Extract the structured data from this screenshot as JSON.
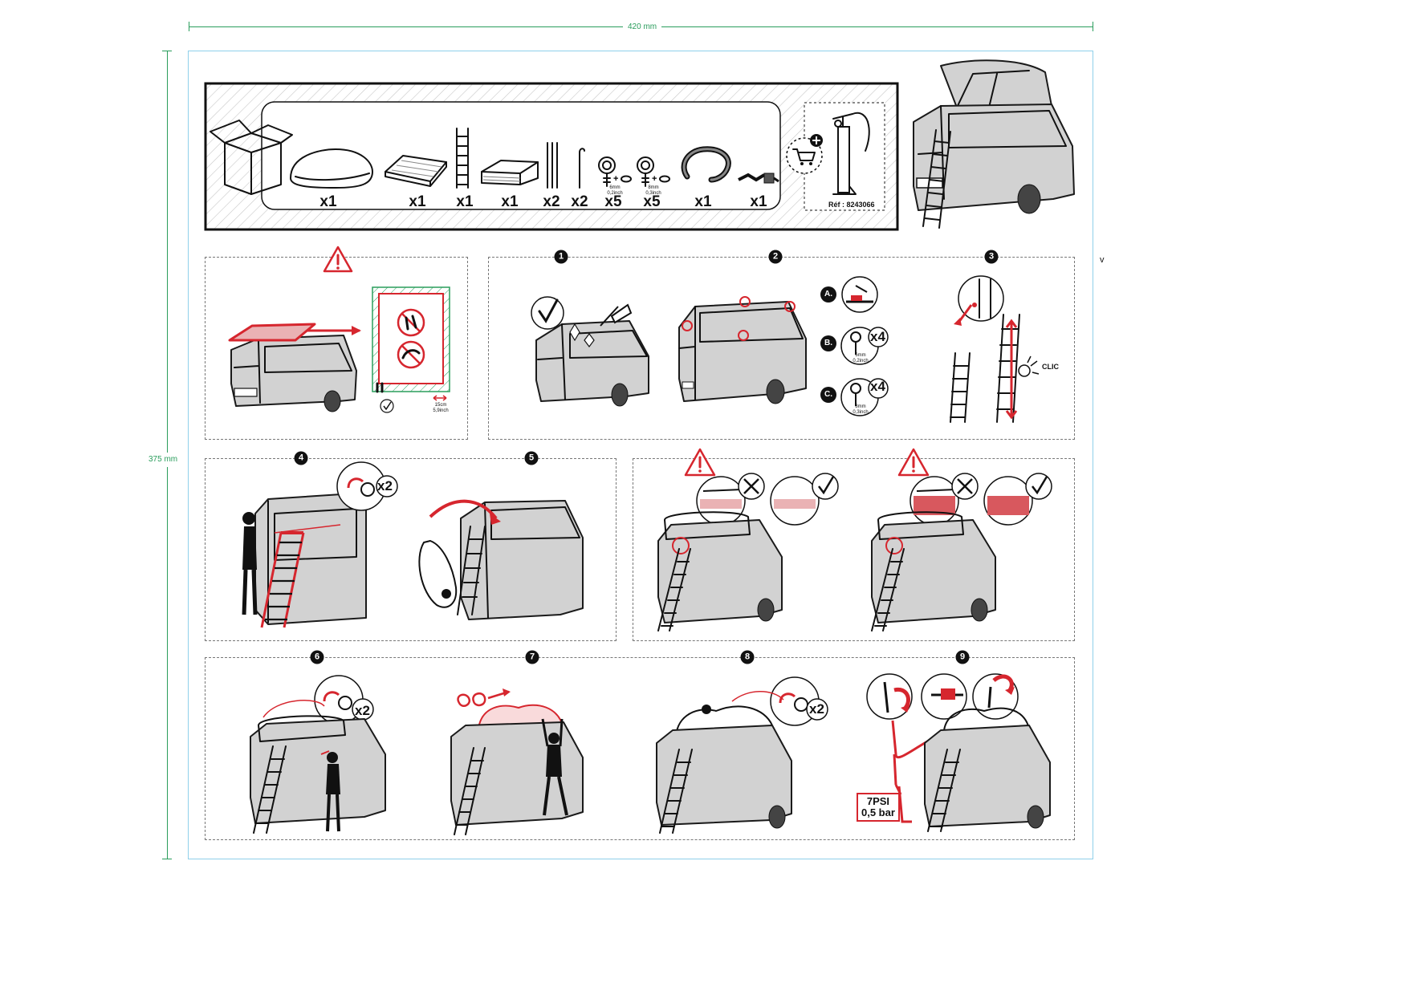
{
  "dimensions": {
    "width_label": "420 mm",
    "height_label": "375 mm",
    "margin_mark": "v"
  },
  "colors": {
    "accent_red": "#d6262e",
    "dimension_green": "#2a9d5c",
    "trim_blue": "#8fd0ea",
    "van_grey": "#d2d2d2"
  },
  "contents": {
    "items": [
      {
        "name": "inflatable-tent",
        "qty": "x1"
      },
      {
        "name": "mattress",
        "qty": "x1"
      },
      {
        "name": "ladder",
        "qty": "x1"
      },
      {
        "name": "tarp",
        "qty": "x1"
      },
      {
        "name": "poles",
        "qty": "x2"
      },
      {
        "name": "pegs",
        "qty": "x2"
      },
      {
        "name": "eye-bolt-6mm",
        "qty": "x5",
        "spec": [
          "6mm",
          "0,2inch"
        ]
      },
      {
        "name": "eye-bolt-8mm",
        "qty": "x5",
        "spec": [
          "8mm",
          "0,3inch"
        ]
      },
      {
        "name": "hose",
        "qty": "x1"
      },
      {
        "name": "straps",
        "qty": "x1"
      }
    ],
    "optional_pump_ref": "Réf : 8243066"
  },
  "clearance": {
    "value": "15cm",
    "value_imperial": "5,9inch"
  },
  "steps": [
    "1",
    "2",
    "3",
    "4",
    "5",
    "6",
    "7",
    "8",
    "9"
  ],
  "step2": {
    "options": [
      {
        "letter": "A."
      },
      {
        "letter": "B.",
        "count": "x4",
        "spec": [
          "6mm",
          "0,2inch"
        ]
      },
      {
        "letter": "C.",
        "count": "x4",
        "spec": [
          "8mm",
          "0,3inch"
        ]
      }
    ]
  },
  "step3": {
    "sound": "CLIC"
  },
  "step4": {
    "count": "x2"
  },
  "step6": {
    "count": "x2"
  },
  "step8": {
    "count": "x2"
  },
  "step9": {
    "pressure_psi": "7PSI",
    "pressure_bar": "0,5 bar"
  }
}
